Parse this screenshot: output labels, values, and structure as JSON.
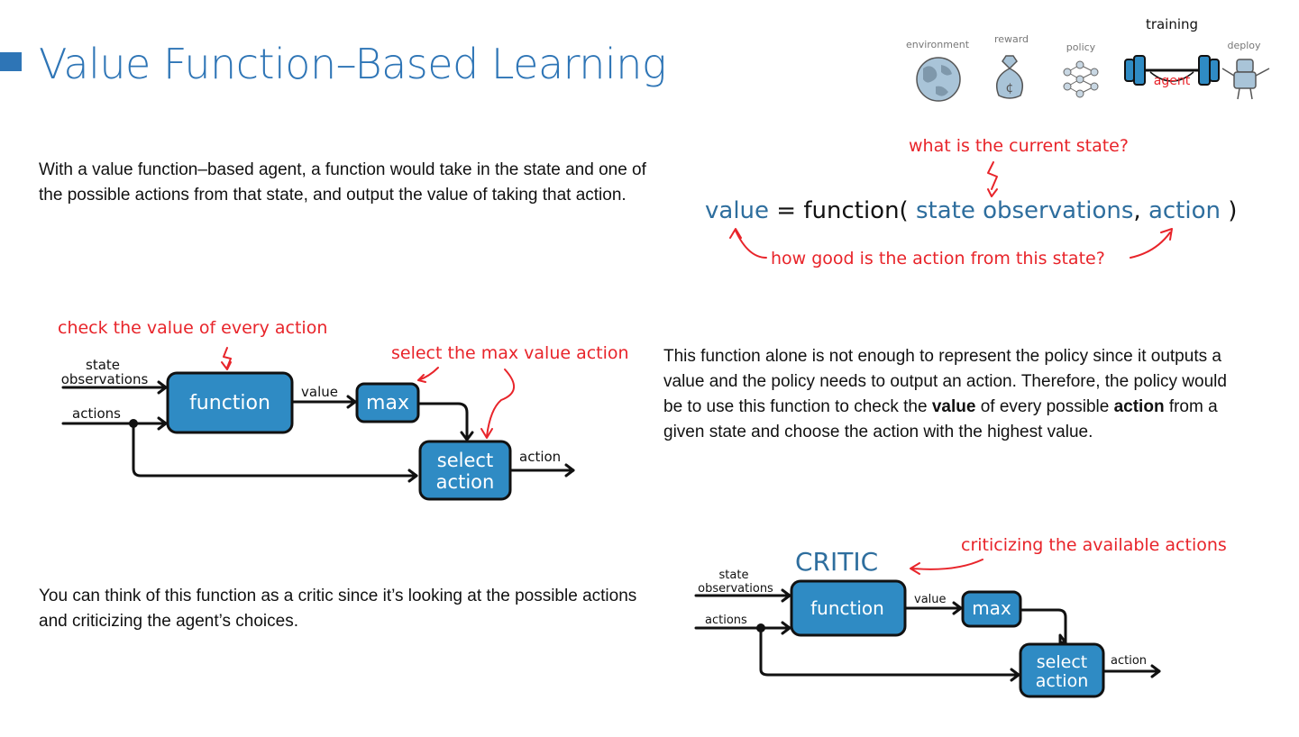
{
  "title": "Value Function–Based Learning",
  "progress": {
    "steps": [
      "environment",
      "reward",
      "policy",
      "training",
      "deploy"
    ],
    "agent_label": "agent"
  },
  "paragraph1": "With a value function–based agent, a function would take in the state and one of the possible actions from that state, and output the value of taking that action.",
  "paragraph2": {
    "t1": "This function alone is not enough to represent the policy since it outputs a value and the policy needs to output an action. Therefore, the policy would be to use this function to check the ",
    "b1": "value",
    "t2": " of every possible ",
    "b2": "action",
    "t3": " from a given state and choose the action with the highest value."
  },
  "paragraph3": "You can think of this function as a critic since it’s looking at the possible actions and criticizing the agent’s choices.",
  "equation": {
    "value": "value",
    "eq": " = function( ",
    "state": "state observations",
    "comma": ", ",
    "action": "action",
    "close": " )",
    "note_top": "what is the current state?",
    "note_bottom": "how good is the action from this state?"
  },
  "diagram1": {
    "note_check": "check the value of every action",
    "note_select": "select the max value action",
    "input_state_1": "state",
    "input_state_2": "observations",
    "input_actions": "actions",
    "box_function": "function",
    "edge_value": "value",
    "box_max": "max",
    "box_select_1": "select",
    "box_select_2": "action",
    "output_action": "action"
  },
  "diagram2": {
    "label_critic": "CRITIC",
    "note_critic": "criticizing the available actions",
    "input_state_1": "state",
    "input_state_2": "observations",
    "input_actions": "actions",
    "box_function": "function",
    "edge_value": "value",
    "box_max": "max",
    "box_select_1": "select",
    "box_select_2": "action",
    "output_action": "action"
  }
}
